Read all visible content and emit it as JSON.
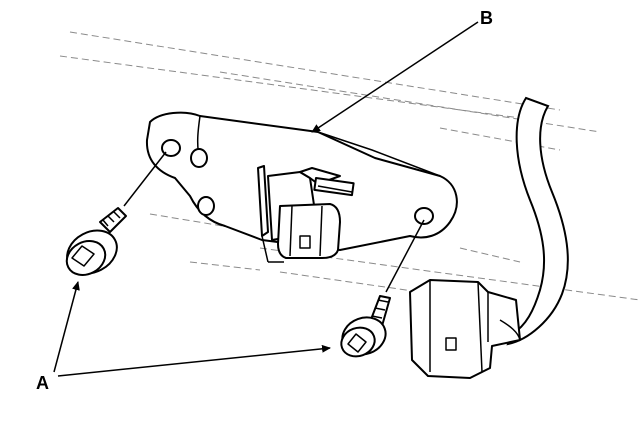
{
  "labels": {
    "part_b": "B",
    "fastener_a": "A"
  },
  "colors": {
    "ink": "#000000",
    "background": "#ffffff",
    "guide_lines": "#8a8a8a",
    "cable_fill": "#ffffff"
  },
  "icons": {
    "arrow_head": "filled-triangle-arrowhead"
  }
}
